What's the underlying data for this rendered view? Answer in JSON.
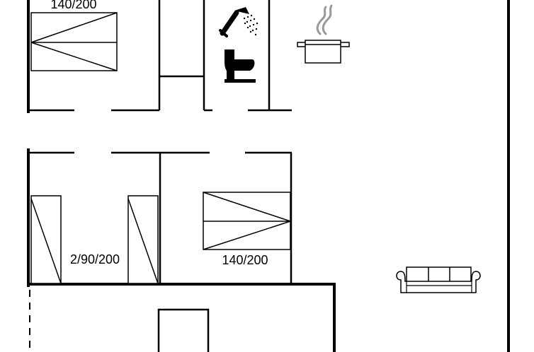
{
  "floor_plan": {
    "labels": {
      "bed_top": "140/200",
      "bed_bunk": "2/90/200",
      "bed_middle": "140/200"
    },
    "icons": {
      "shower": "shower-icon",
      "toilet": "toilet-icon",
      "cooking_pot": "cooking-pot-icon",
      "sofa": "sofa-icon"
    },
    "colors": {
      "wall": "#000000",
      "background": "#ffffff",
      "steam": "#9a9a9a"
    }
  }
}
